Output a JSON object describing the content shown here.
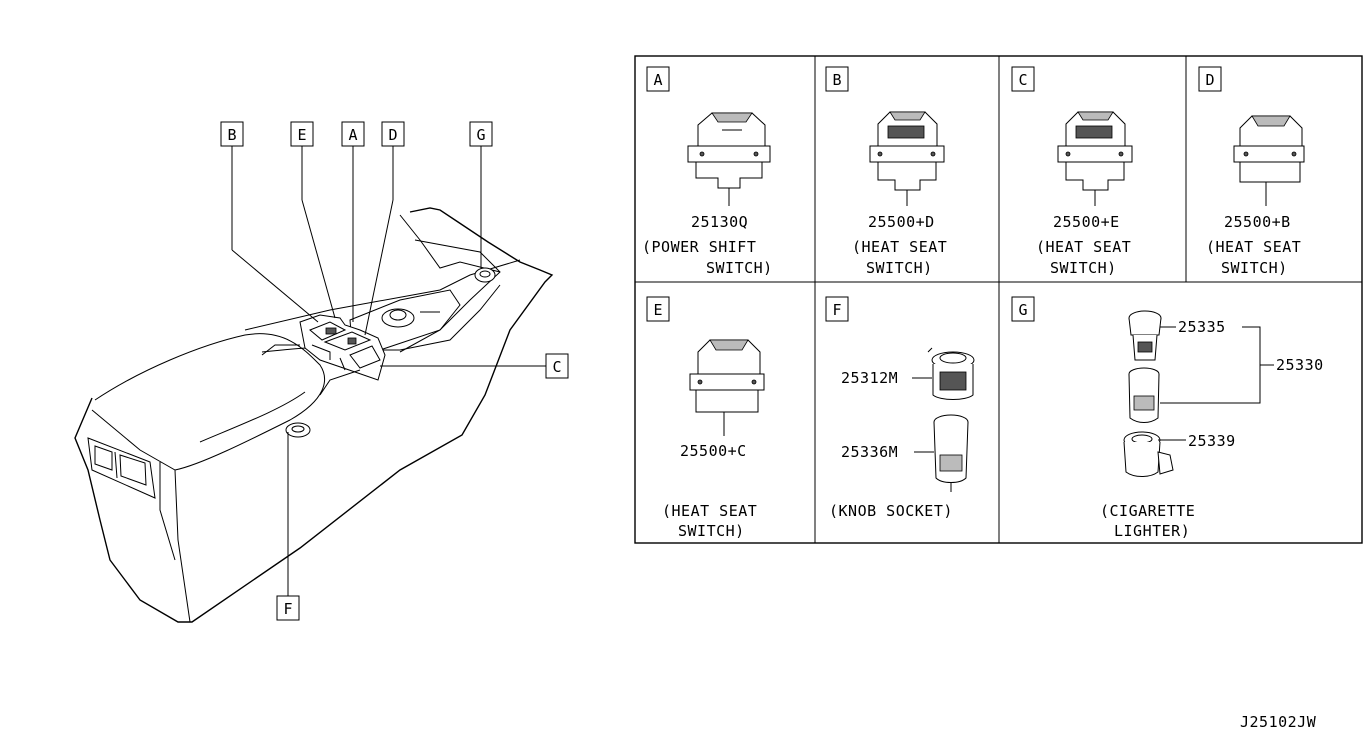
{
  "drawing_id": "J25102JW",
  "callouts": {
    "B": "B",
    "E": "E",
    "A": "A",
    "D": "D",
    "G": "G",
    "C": "C",
    "F": "F"
  },
  "panels": [
    {
      "letter": "A",
      "part_no": "25130Q",
      "desc_line1": "(POWER SHIFT",
      "desc_line2": "SWITCH)"
    },
    {
      "letter": "B",
      "part_no": "25500+D",
      "desc_line1": "(HEAT SEAT",
      "desc_line2": "SWITCH)"
    },
    {
      "letter": "C",
      "part_no": "25500+E",
      "desc_line1": "(HEAT SEAT",
      "desc_line2": "SWITCH)"
    },
    {
      "letter": "D",
      "part_no": "25500+B",
      "desc_line1": "(HEAT SEAT",
      "desc_line2": "SWITCH)"
    },
    {
      "letter": "E",
      "part_no": "25500+C",
      "desc_line1": "(HEAT SEAT",
      "desc_line2": "SWITCH)"
    },
    {
      "letter": "F",
      "part_no_1": "25312M",
      "part_no_2": "25336M",
      "desc_line1": "(KNOB SOCKET)"
    },
    {
      "letter": "G",
      "part_no_1": "25335",
      "part_no_2": "25330",
      "part_no_3": "25339",
      "desc_line1": "(CIGARETTE",
      "desc_line2": "LIGHTER)"
    }
  ]
}
